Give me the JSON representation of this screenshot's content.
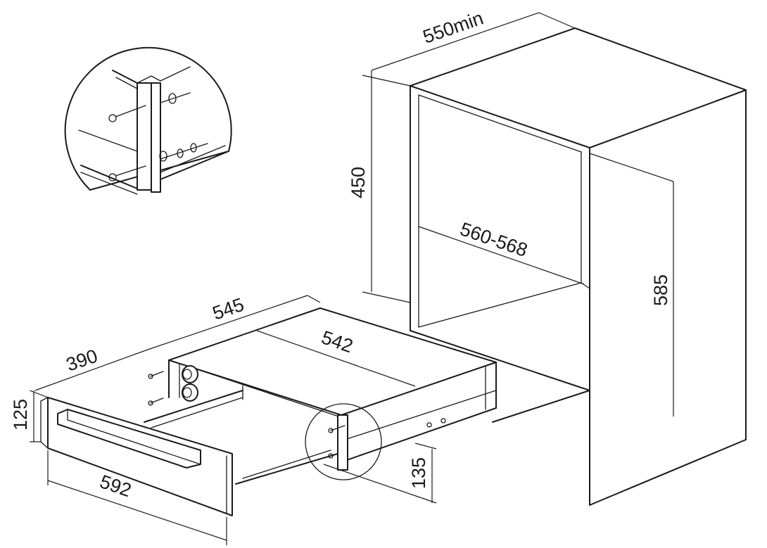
{
  "dimensions": {
    "cabinet_depth": "550min",
    "cabinet_height": "450",
    "cabinet_width": "560-568",
    "cabinet_total_height": "585",
    "drawer_depth": "545",
    "drawer_inner_depth": "542",
    "drawer_side_depth": "390",
    "front_height": "125",
    "front_width": "592",
    "body_height": "135"
  },
  "colors": {
    "line": "#1a1a1a",
    "background": "#ffffff"
  }
}
